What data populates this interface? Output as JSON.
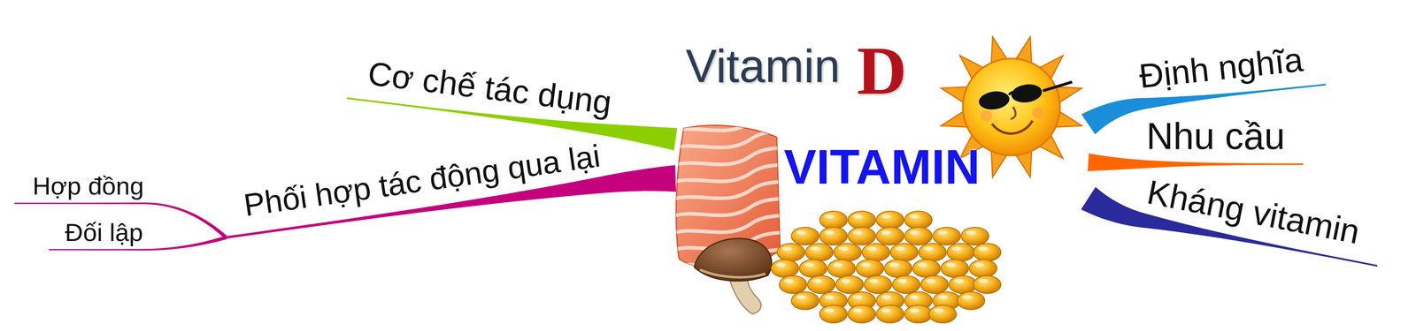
{
  "diagram": {
    "nodes": [
      {
        "text": [
          "VITAMIN"
        ]
      },
      {
        "text": [
          "Cơ chế tác dụng"
        ]
      },
      {
        "text": [
          "Phối hợp tác động qua lại"
        ]
      },
      {
        "text": [
          "Hợp đồng"
        ]
      },
      {
        "text": [
          "Đối lập"
        ]
      },
      {
        "text": [
          "Định nghĩa"
        ]
      },
      {
        "text": [
          "Nhu cầu"
        ]
      },
      {
        "text": [
          "Kháng vitamin"
        ]
      }
    ],
    "edges": [
      {
        "from": 0,
        "to": 1,
        "arrow": "none"
      },
      {
        "from": 0,
        "to": 2,
        "arrow": "none"
      },
      {
        "from": 2,
        "to": 3,
        "arrow": "none"
      },
      {
        "from": 2,
        "to": 4,
        "arrow": "none"
      },
      {
        "from": 0,
        "to": 5,
        "arrow": "none"
      },
      {
        "from": 0,
        "to": 6,
        "arrow": "none"
      },
      {
        "from": 0,
        "to": 7,
        "arrow": "none"
      }
    ],
    "labels": [
      "Vitamin",
      "D"
    ]
  }
}
